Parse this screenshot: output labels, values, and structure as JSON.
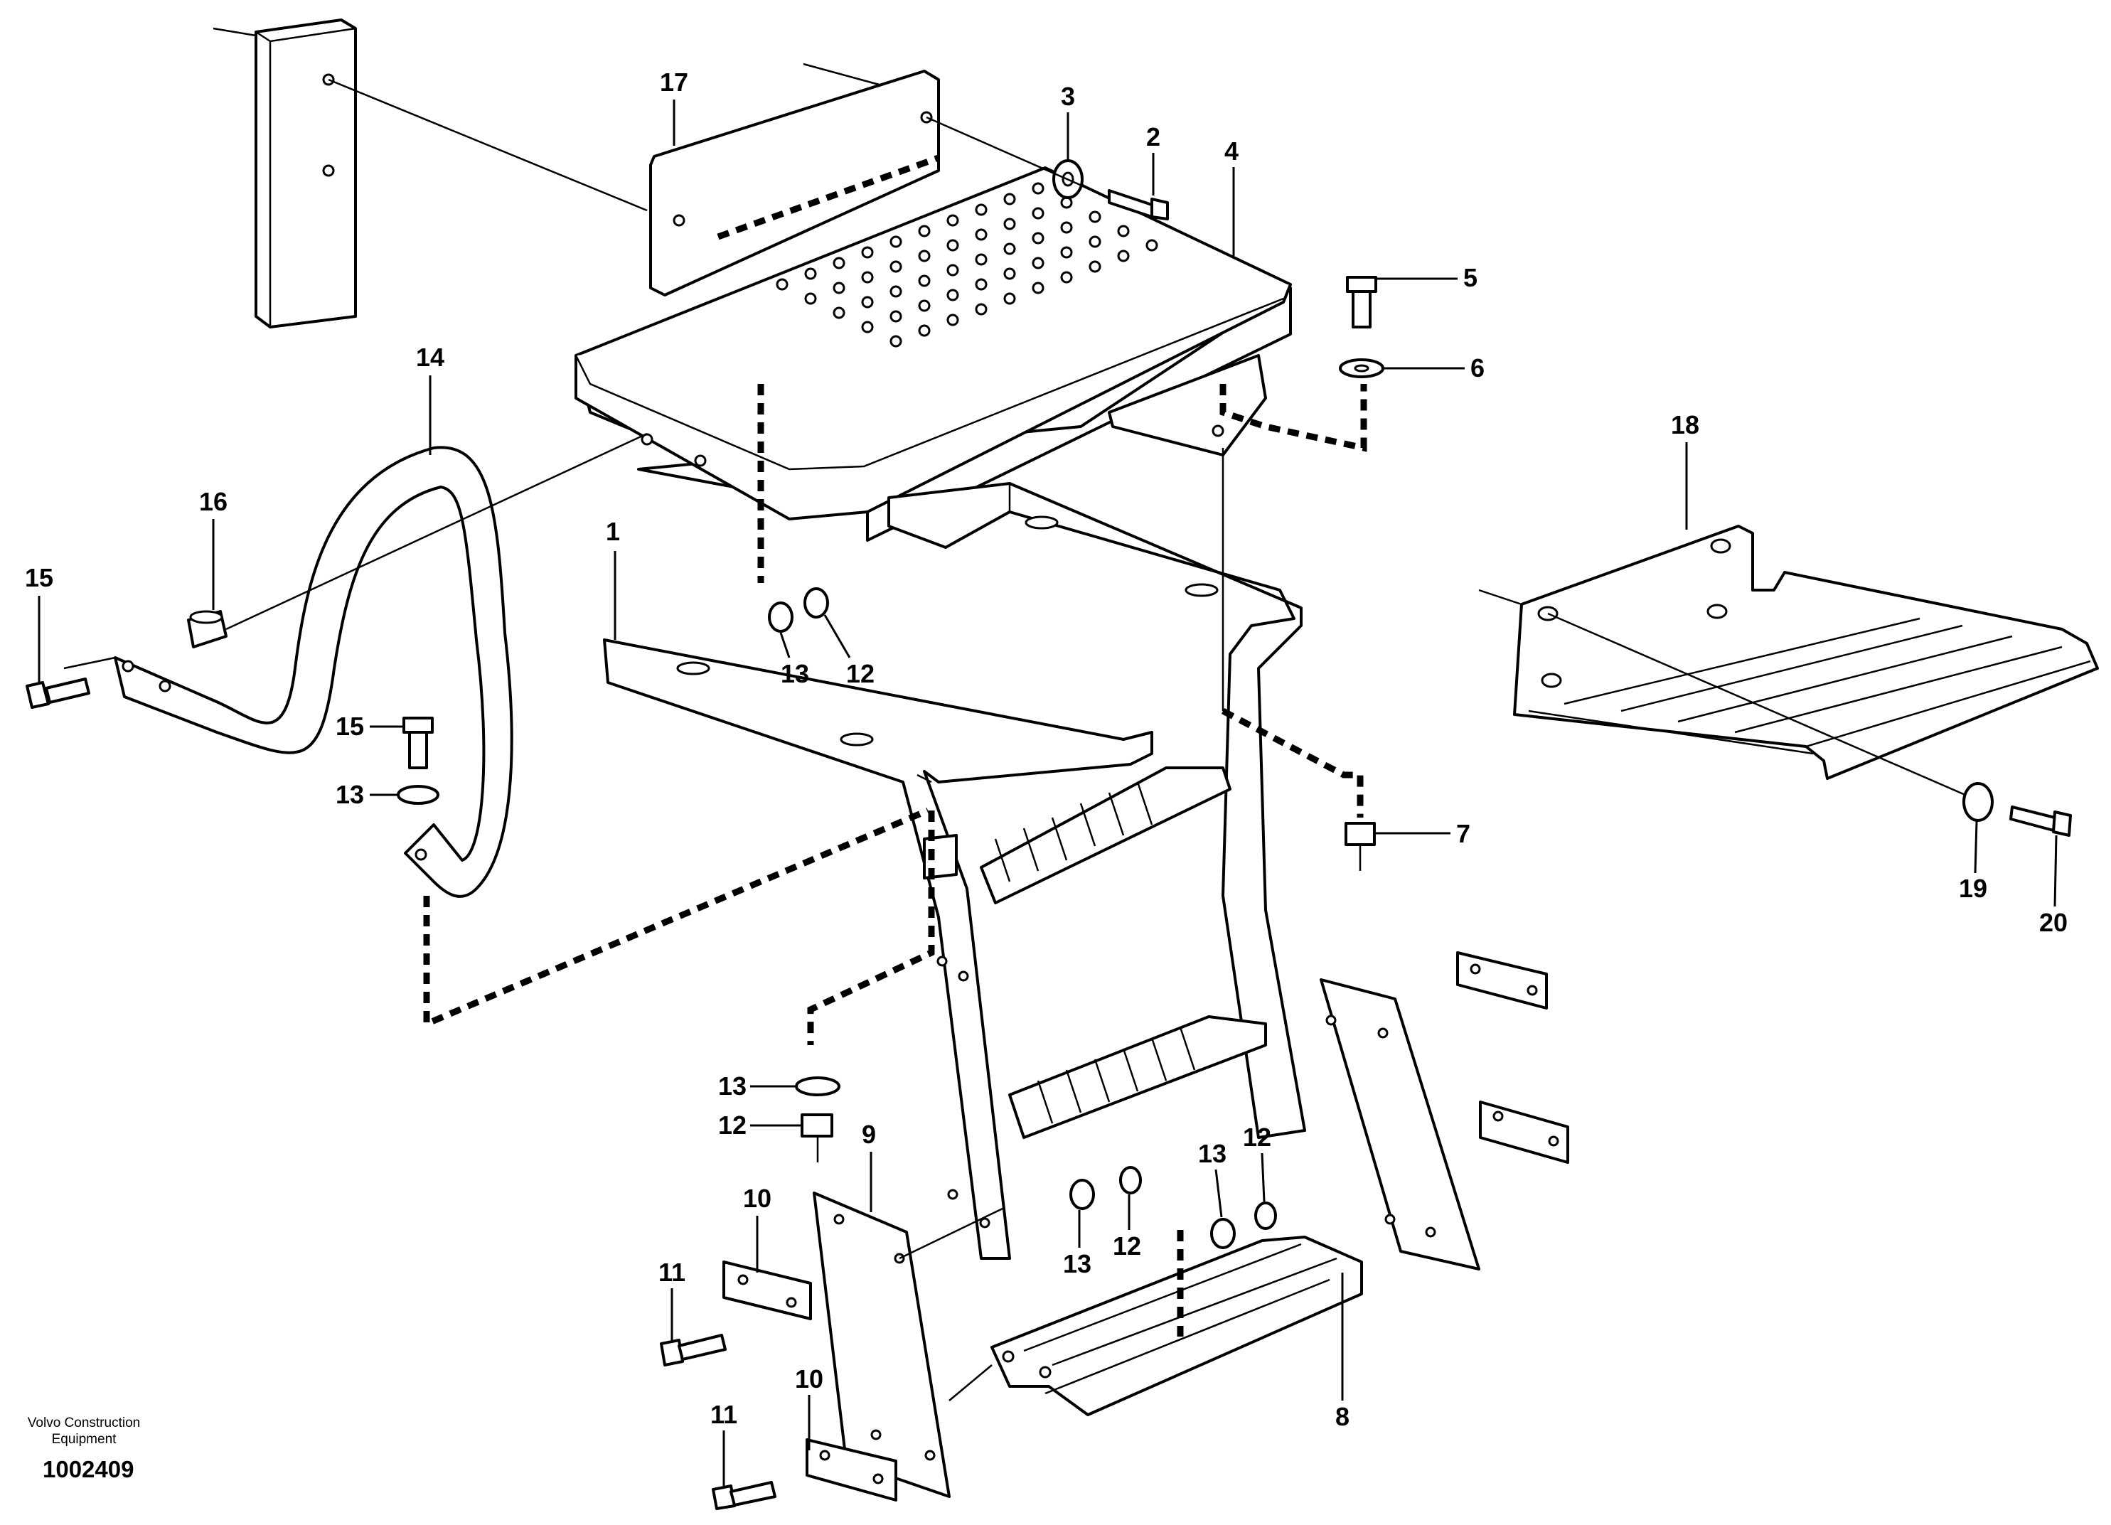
{
  "diagram": {
    "publisher": [
      "Volvo Construction",
      "Equipment"
    ],
    "document_number": "1002409",
    "callouts": [
      "1",
      "2",
      "3",
      "4",
      "5",
      "6",
      "7",
      "8",
      "9",
      "10",
      "10",
      "11",
      "11",
      "12",
      "12",
      "12",
      "12",
      "13",
      "13",
      "13",
      "13",
      "13",
      "14",
      "15",
      "15",
      "16",
      "17",
      "18",
      "19",
      "20"
    ]
  }
}
